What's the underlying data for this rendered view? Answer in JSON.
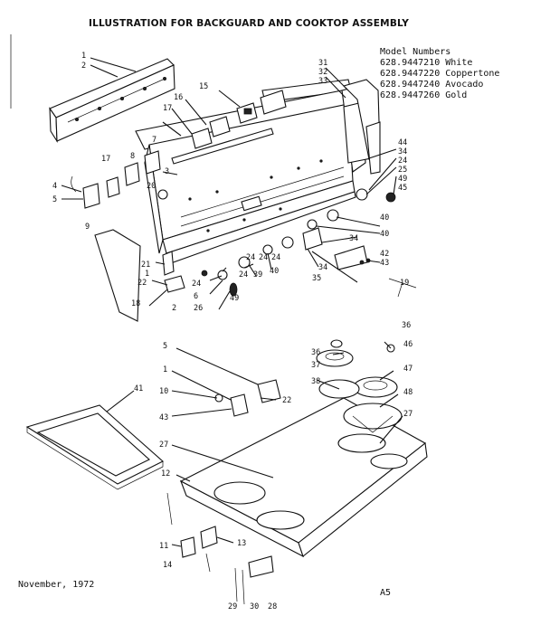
{
  "title": "ILLUSTRATION FOR BACKGUARD AND COOKTOP ASSEMBLY",
  "models": {
    "heading": "Model Numbers",
    "items": [
      "628.9447210 White",
      "628.9447220 Coppertone",
      "628.9447240 Avocado",
      "628.9447260 Gold"
    ]
  },
  "footer": {
    "date": "November, 1972",
    "page": "A5"
  },
  "callouts": [
    {
      "id": "c1",
      "text": "1"
    },
    {
      "id": "c2",
      "text": "2"
    },
    {
      "id": "c15",
      "text": "15"
    },
    {
      "id": "c16",
      "text": "16"
    },
    {
      "id": "c17a",
      "text": "17"
    },
    {
      "id": "c17b",
      "text": "17"
    },
    {
      "id": "c31",
      "text": "31"
    },
    {
      "id": "c32",
      "text": "32"
    },
    {
      "id": "c33",
      "text": "33"
    },
    {
      "id": "c8",
      "text": "8"
    },
    {
      "id": "c7",
      "text": "7"
    },
    {
      "id": "c3",
      "text": "3"
    },
    {
      "id": "c4",
      "text": "4"
    },
    {
      "id": "c5",
      "text": "5"
    },
    {
      "id": "c20",
      "text": "20"
    },
    {
      "id": "c44",
      "text": "44"
    },
    {
      "id": "c34a",
      "text": "34"
    },
    {
      "id": "c24a",
      "text": "24"
    },
    {
      "id": "c25",
      "text": "25"
    },
    {
      "id": "c49a",
      "text": "49"
    },
    {
      "id": "c45",
      "text": "45"
    },
    {
      "id": "c9",
      "text": "9"
    },
    {
      "id": "c40a",
      "text": "40"
    },
    {
      "id": "c40b",
      "text": "40"
    },
    {
      "id": "c34b",
      "text": "34"
    },
    {
      "id": "c42",
      "text": "42"
    },
    {
      "id": "c43",
      "text": "43"
    },
    {
      "id": "c21",
      "text": "21"
    },
    {
      "id": "c1b",
      "text": "1"
    },
    {
      "id": "c24b",
      "text": "24"
    },
    {
      "id": "c24c",
      "text": "24"
    },
    {
      "id": "c24d",
      "text": "24"
    },
    {
      "id": "c39",
      "text": "39"
    },
    {
      "id": "c40c",
      "text": "40"
    },
    {
      "id": "c34c",
      "text": "34"
    },
    {
      "id": "c35",
      "text": "35"
    },
    {
      "id": "c19",
      "text": "19"
    },
    {
      "id": "c22a",
      "text": "22"
    },
    {
      "id": "c24e",
      "text": "24"
    },
    {
      "id": "c24f",
      "text": "24"
    },
    {
      "id": "c6",
      "text": "6"
    },
    {
      "id": "c18",
      "text": "18"
    },
    {
      "id": "c2b",
      "text": "2"
    },
    {
      "id": "c26",
      "text": "26"
    },
    {
      "id": "c49b",
      "text": "49"
    },
    {
      "id": "c36a",
      "text": "36"
    },
    {
      "id": "c36b",
      "text": "36"
    },
    {
      "id": "c46",
      "text": "46"
    },
    {
      "id": "c37",
      "text": "37"
    },
    {
      "id": "c47",
      "text": "47"
    },
    {
      "id": "c38",
      "text": "38"
    },
    {
      "id": "c48",
      "text": "48"
    },
    {
      "id": "c27a",
      "text": "27"
    },
    {
      "id": "c27b",
      "text": "27"
    },
    {
      "id": "c5b",
      "text": "5"
    },
    {
      "id": "c1c",
      "text": "1"
    },
    {
      "id": "c10",
      "text": "10"
    },
    {
      "id": "c22b",
      "text": "22"
    },
    {
      "id": "c43b",
      "text": "43"
    },
    {
      "id": "c41",
      "text": "41"
    },
    {
      "id": "c12",
      "text": "12"
    },
    {
      "id": "c11",
      "text": "11"
    },
    {
      "id": "c13",
      "text": "13"
    },
    {
      "id": "c14",
      "text": "14"
    },
    {
      "id": "c29",
      "text": "29"
    },
    {
      "id": "c30",
      "text": "30"
    },
    {
      "id": "c28",
      "text": "28"
    }
  ]
}
